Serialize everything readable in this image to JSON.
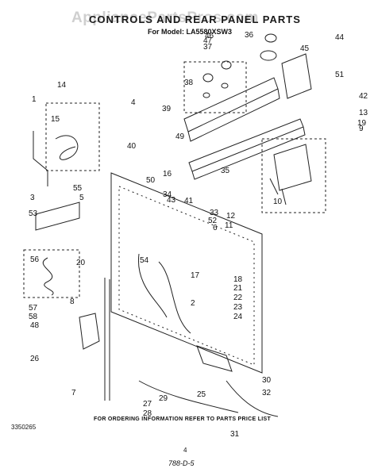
{
  "header": {
    "watermark": "AppliancePartsPros.com",
    "title": "CONTROLS AND REAR PANEL PARTS",
    "model": "For Model: LA5580XSW3"
  },
  "footer": {
    "ordering_note": "FOR ORDERING INFORMATION REFER TO PARTS PRICE LIST",
    "part_number": "3350265",
    "page_number": "4",
    "signature": "788-D-5"
  },
  "callouts": [
    "1",
    "2",
    "3",
    "4",
    "5",
    "6",
    "7",
    "8",
    "9",
    "10",
    "11",
    "12",
    "13",
    "14",
    "15",
    "16",
    "17",
    "18",
    "19",
    "20",
    "21",
    "22",
    "23",
    "24",
    "25",
    "26",
    "27",
    "28",
    "29",
    "30",
    "31",
    "32",
    "33",
    "34",
    "35",
    "36",
    "37",
    "38",
    "39",
    "40",
    "41",
    "42",
    "43",
    "44",
    "45",
    "46",
    "47",
    "48",
    "49",
    "50",
    "51",
    "52",
    "53",
    "54",
    "55",
    "56",
    "57",
    "58"
  ]
}
